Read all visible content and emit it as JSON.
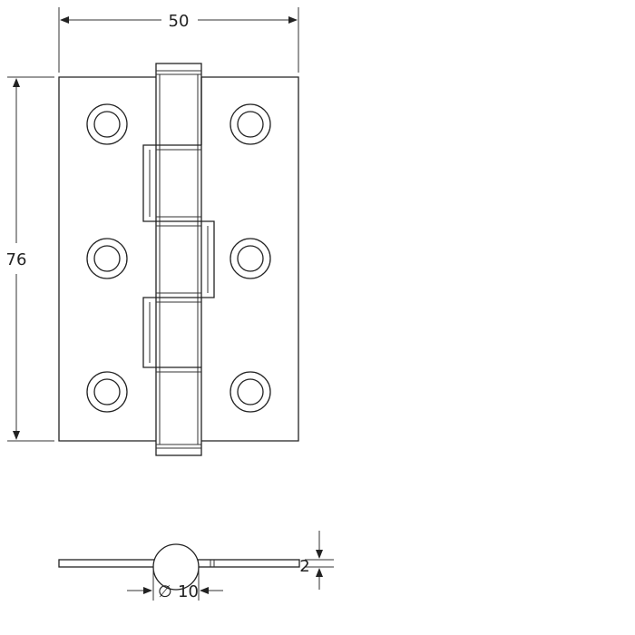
{
  "drawing": {
    "type": "technical drawing",
    "subject_icon": "butt-hinge",
    "dimensions": {
      "width": "50",
      "height": "76",
      "thickness": "2",
      "knuckle_diameter": "10"
    },
    "diameter_symbol": "∅",
    "screw_holes_per_leaf": 3,
    "knuckles": 5
  }
}
